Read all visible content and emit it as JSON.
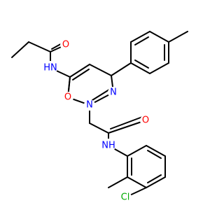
{
  "atoms": {
    "o_amide_top": {
      "text": "O",
      "color": "#ff0000"
    },
    "nh_top": {
      "text": "HN",
      "color": "#0000ff"
    },
    "o_ring": {
      "text": "O",
      "color": "#ff0000"
    },
    "n_ring_1": {
      "text": "N",
      "color": "#0000ff"
    },
    "n_ring_2": {
      "text": "N",
      "color": "#0000ff"
    },
    "o_amide_bottom": {
      "text": "O",
      "color": "#ff0000"
    },
    "nh_bottom": {
      "text": "NH",
      "color": "#0000ff"
    },
    "cl": {
      "text": "Cl",
      "color": "#00aa00"
    }
  }
}
